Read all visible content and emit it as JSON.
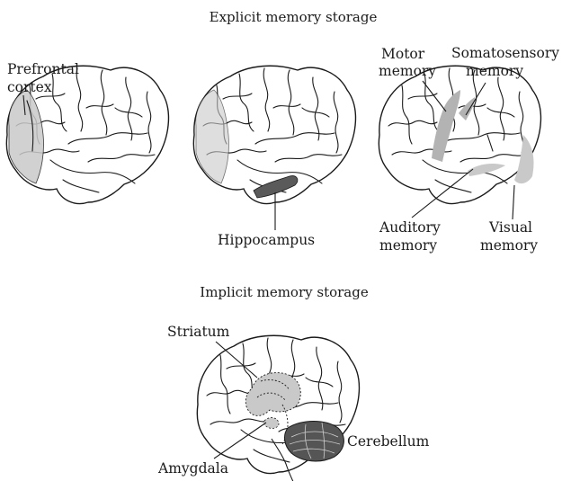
{
  "sections": {
    "explicit_title": "Explicit memory storage",
    "implicit_title": "Implicit memory storage"
  },
  "labels": {
    "prefrontal_line1": "Prefrontal",
    "prefrontal_line2": "cortex",
    "hippocampus": "Hippocampus",
    "motor_line1": "Motor",
    "motor_line2": "memory",
    "somatosensory_line1": "Somatosensory",
    "somatosensory_line2": "memory",
    "auditory_line1": "Auditory",
    "auditory_line2": "memory",
    "visual_line1": "Visual",
    "visual_line2": "memory",
    "striatum": "Striatum",
    "amygdala": "Amygdala",
    "cerebellum": "Cerebellum"
  },
  "colors": {
    "region_light": "#c9c9c9",
    "region_mid": "#b3b3b3",
    "region_dark": "#5a5a5a",
    "line": "#1a1a1a"
  }
}
